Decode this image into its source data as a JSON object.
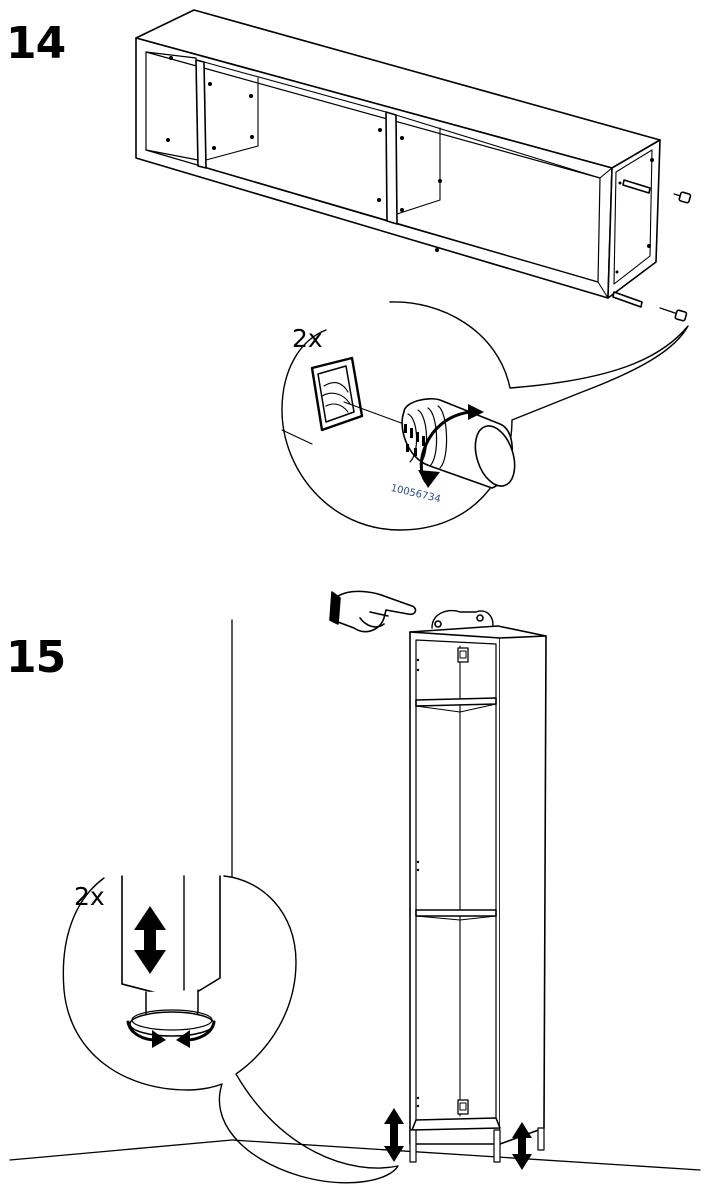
{
  "steps": [
    {
      "number": "14",
      "quantity": "2x",
      "part_number": "10056734"
    },
    {
      "number": "15",
      "quantity": "2x"
    }
  ],
  "colors": {
    "ink": "#000000",
    "part_number_blue": "#2d4f8e"
  },
  "icons": [
    "pointing-hand-icon",
    "rotate-arrow-icon",
    "up-down-arrow-icon"
  ]
}
